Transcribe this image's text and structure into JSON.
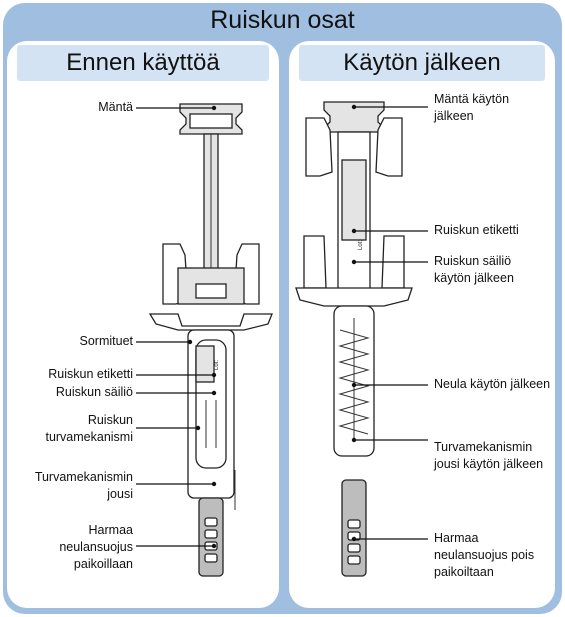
{
  "title": "Ruiskun osat",
  "left": {
    "heading": "Ennen käyttöä",
    "labels": {
      "plunger": "Mäntä",
      "finger_grips": "Sormituet",
      "label": "Ruiskun etiketti",
      "barrel": "Ruiskun säiliö",
      "guard_line1": "Ruiskun",
      "guard_line2": "turvamekanismi",
      "spring_line1": "Turvamekanismin",
      "spring_line2": "jousi",
      "cap_line1": "Harmaa",
      "cap_line2": "neulansuojus",
      "cap_line3": "paikoillaan"
    },
    "syringe_text": "Lot:"
  },
  "right": {
    "heading": "Käytön jälkeen",
    "labels": {
      "plunger_line1": "Mäntä käytön",
      "plunger_line2": "jälkeen",
      "label": "Ruiskun etiketti",
      "barrel_line1": "Ruiskun säiliö",
      "barrel_line2": "käytön jälkeen",
      "needle": "Neula käytön jälkeen",
      "spring_line1": "Turvamekanismin",
      "spring_line2": "jousi käytön jälkeen",
      "cap_line1": "Harmaa",
      "cap_line2": "neulansuojus pois",
      "cap_line3": "paikoiltaan"
    },
    "syringe_text": "Lot:"
  }
}
